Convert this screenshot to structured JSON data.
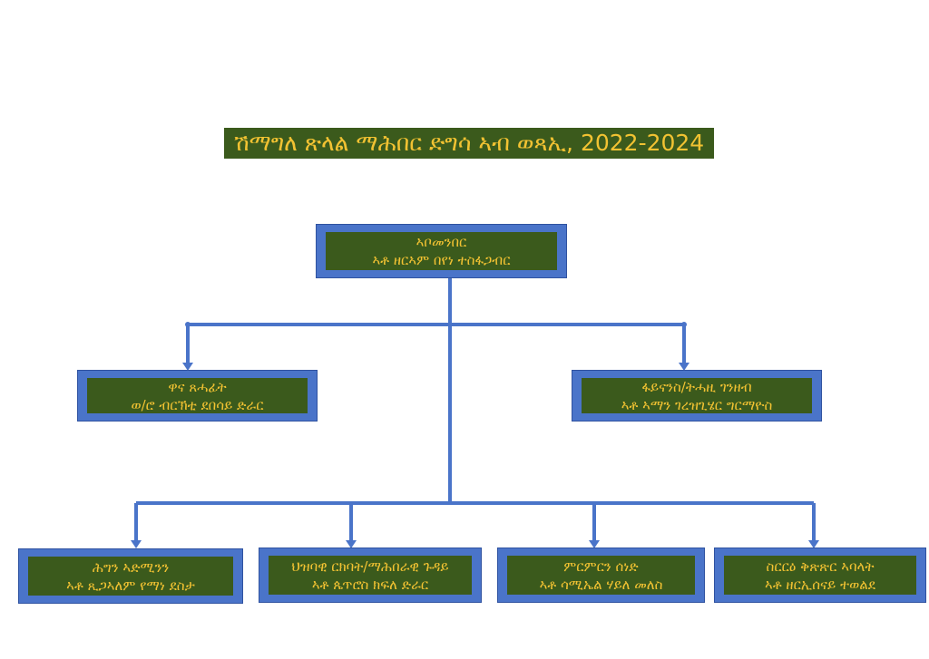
{
  "title": "ሽማግለ ጽላል ማሕበር ድግሳ ኣብ ወጻኢ, 2022-2024",
  "colors": {
    "box_border": "#4a74c9",
    "box_fill": "#3b5a1c",
    "text": "#f2c232",
    "connector": "#4a74c9"
  },
  "chair": {
    "role": "ኣቦመንበር",
    "name": "ኣቶ ዘርኣም በየነ ተስፋጋብር"
  },
  "level2": [
    {
      "role": "ዋና ጸሓፊት",
      "name": "ወ/ሮ ብርኽቲ ደበሳይ ድራር"
    },
    {
      "role": "ፋይናንስ/ትሓዚ ገንዘብ",
      "name": "ኣቶ ኣማን ገረዝጊሄር ግርማዮስ"
    }
  ],
  "level3": [
    {
      "role": "ሕግን ኣድሚንን",
      "name": "ኣቶ ጺጋኣለም የማነ ደስታ"
    },
    {
      "role": "ህዝባዊ ርክባት/ማሕበራዊ ጉዳይ",
      "name": "ኣቶ ጴጥሮስ ክፍለ ድራር"
    },
    {
      "role": "ምርምርን ሰነድ",
      "name": "ኣቶ ሳሚኤል ሃይለ መለስ"
    },
    {
      "role": "ስርርዕ ቅጽጽር ኣባላት",
      "name": "ኣቶ ዘርኢሰናይ ተወልደ"
    }
  ]
}
